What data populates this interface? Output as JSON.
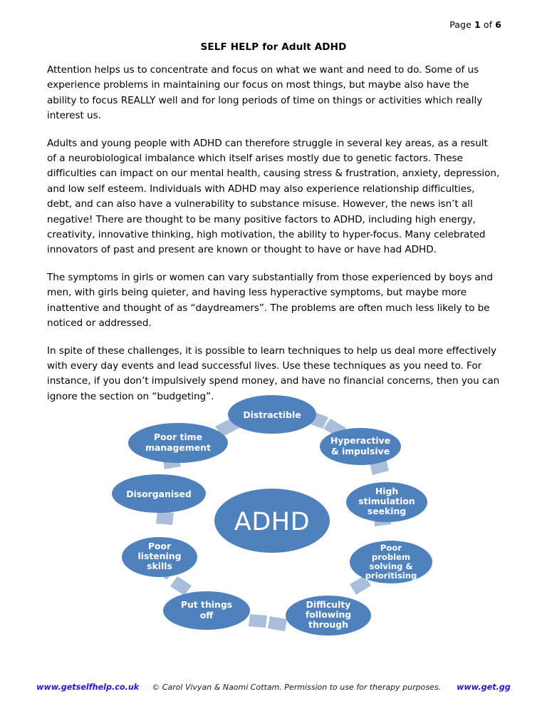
{
  "header": {
    "page_label_prefix": "Page ",
    "page_current": "1",
    "page_label_mid": " of ",
    "page_total": "6"
  },
  "title": "SELF HELP for Adult ADHD",
  "paragraphs": [
    "Attention helps us to concentrate and focus on what we want and need to do.  Some of us experience problems in maintaining our focus on most things, but maybe also have the ability to focus REALLY well and for long periods of time on things or activities which really interest us.",
    " Adults and young people with ADHD can therefore struggle in several key areas, as a result of a neurobiological imbalance which itself arises mostly due to genetic factors.  These difficulties can impact on our mental health, causing stress & frustration, anxiety, depression, and low self esteem.  Individuals with ADHD may also experience relationship difficulties, debt, and can also have a vulnerability to substance misuse.  However, the news isn’t all negative!  There are thought to be many positive factors to ADHD, including high energy, creativity, innovative thinking, high motivation, the ability to hyper-focus.  Many celebrated innovators of past and present are known or thought to have or have had ADHD.",
    "The symptoms in girls or women can vary substantially from those experienced by boys and men, with girls being quieter, and having less hyperactive symptoms, but maybe more inattentive and thought of as “daydreamers”.  The problems are often much less likely to be noticed or addressed.",
    "In spite of these challenges, it is possible to learn techniques to help us deal more effectively with every day events and lead successful lives.  Use these techniques as you need to.  For instance, if you don’t impulsively spend money, and have no financial concerns, then you can ignore the section on “budgeting”."
  ],
  "diagram": {
    "center_label": "ADHD",
    "ellipse_color": "#4f81bd",
    "connector_color": "#a9bed8",
    "text_color": "#ffffff",
    "nodes": [
      {
        "name": "distractible",
        "lines": [
          "Distractible"
        ]
      },
      {
        "name": "hyperactive-impulsive",
        "lines": [
          "Hyperactive",
          "& impulsive"
        ]
      },
      {
        "name": "high-stimulation-seeking",
        "lines": [
          "High",
          "stimulation",
          "seeking"
        ]
      },
      {
        "name": "poor-problem-solving",
        "lines": [
          "Poor",
          "problem",
          "solving &",
          "prioritising"
        ]
      },
      {
        "name": "difficulty-following-through",
        "lines": [
          "Difficulty",
          "following",
          "through"
        ]
      },
      {
        "name": "put-things-off",
        "lines": [
          "Put things",
          "off"
        ]
      },
      {
        "name": "poor-listening-skills",
        "lines": [
          "Poor",
          "listening",
          "skills"
        ]
      },
      {
        "name": "disorganised",
        "lines": [
          "Disorganised"
        ]
      },
      {
        "name": "poor-time-management",
        "lines": [
          "Poor time",
          "management"
        ]
      }
    ]
  },
  "footer": {
    "left_link": "www.getselfhelp.co.uk",
    "copyright": "© Carol Vivyan & Naomi Cottam. Permission to use for therapy purposes.",
    "right_link": "www.get.gg",
    "link_color": "#2015d8"
  }
}
